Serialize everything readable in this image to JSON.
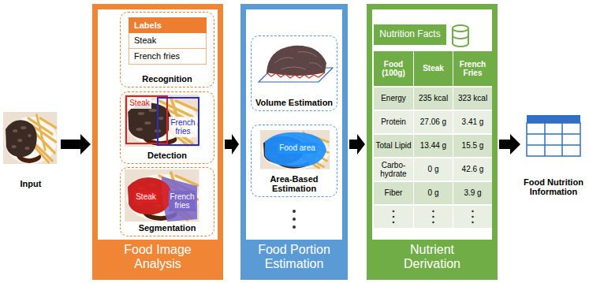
{
  "diagram": {
    "nodes": [
      {
        "text": [
          "Input"
        ]
      },
      {
        "text": [
          "Food Image Analysis"
        ]
      },
      {
        "text": [
          "Recognition"
        ],
        "in": 1
      },
      {
        "text": [
          "Detection"
        ],
        "in": 1
      },
      {
        "text": [
          "Segmentation"
        ],
        "in": 1
      },
      {
        "text": [
          "Food Portion Estimation"
        ]
      },
      {
        "text": [
          "Volume Estimation"
        ],
        "in": 5
      },
      {
        "text": [
          "Area-Based Estimation"
        ],
        "in": 5
      },
      {
        "text": [
          "Nutrient Derivation"
        ]
      },
      {
        "text": [
          "Nutrition Facts"
        ],
        "in": 8
      },
      {
        "text": [
          "Food Nutrition Information"
        ]
      }
    ],
    "edges": [
      {
        "from": 0,
        "to": 1,
        "arrow": "to"
      },
      {
        "from": 1,
        "to": 5,
        "arrow": "to"
      },
      {
        "from": 5,
        "to": 8,
        "arrow": "to"
      },
      {
        "from": 8,
        "to": 10,
        "arrow": "to"
      }
    ],
    "labels": [
      "Labels",
      "Steak",
      "French fries",
      "Steak",
      "French fries",
      "Steak",
      "French fries",
      "Food area",
      "Food (100g)",
      "Steak",
      "French Fries",
      "Energy",
      "235 kcal",
      "323 kcal",
      "Protein",
      "27.06 g",
      "3.41 g",
      "Total Lipid",
      "13.44 g",
      "15.5 g",
      "Carbo- hydrate",
      "0 g",
      "42.6 g",
      "Fiber",
      "0 g",
      "3.9 g"
    ]
  }
}
